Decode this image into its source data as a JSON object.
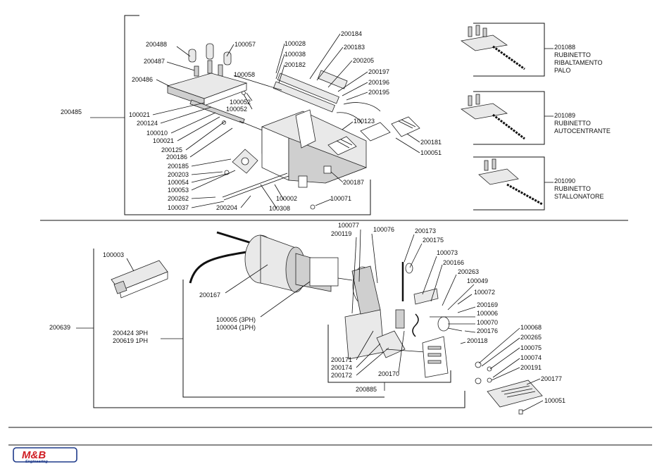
{
  "section_top": {
    "assembly_label": "200485",
    "parts": [
      "200488",
      "200487",
      "200486",
      "100057",
      "100058",
      "100028",
      "100038",
      "200182",
      "200184",
      "200183",
      "200205",
      "200197",
      "200196",
      "200195",
      "100052",
      "100052",
      "100021",
      "200124",
      "100010",
      "100021",
      "200125",
      "200186",
      "200185",
      "200203",
      "100054",
      "100053",
      "200262",
      "100037",
      "200204",
      "100002",
      "100308",
      "100071",
      "200187",
      "100123",
      "200181",
      "100051"
    ]
  },
  "variants": [
    {
      "code": "201088",
      "line1": "RUBINETTO",
      "line2": "RIBALTAMENTO",
      "line3": "PALO"
    },
    {
      "code": "201089",
      "line1": "RUBINETTO",
      "line2": "AUTOCENTRANTE",
      "line3": ""
    },
    {
      "code": "201090",
      "line1": "RUBINETTO",
      "line2": "STALLONATORE",
      "line3": ""
    }
  ],
  "section_bottom": {
    "assembly_label": "200639",
    "motor_a": "200424  3PH",
    "motor_b": "200619  1PH",
    "motor_ref_a": "100005 (3PH)",
    "motor_ref_b": "100004 (1PH)",
    "sub_assembly_label": "200885",
    "parts": [
      "100003",
      "200167",
      "100077",
      "200119",
      "100076",
      "200173",
      "200175",
      "100073",
      "200166",
      "200263",
      "100049",
      "100072",
      "200169",
      "100006",
      "100070",
      "200176",
      "200118",
      "200171",
      "200174",
      "200172",
      "200170",
      "100068",
      "200265",
      "100075",
      "100074",
      "200191",
      "200177",
      "100051"
    ]
  },
  "logo": {
    "brand": "M&B",
    "sub": "Engineering",
    "brand_color": "#d01e24",
    "outline_color": "#1e3a8a"
  }
}
